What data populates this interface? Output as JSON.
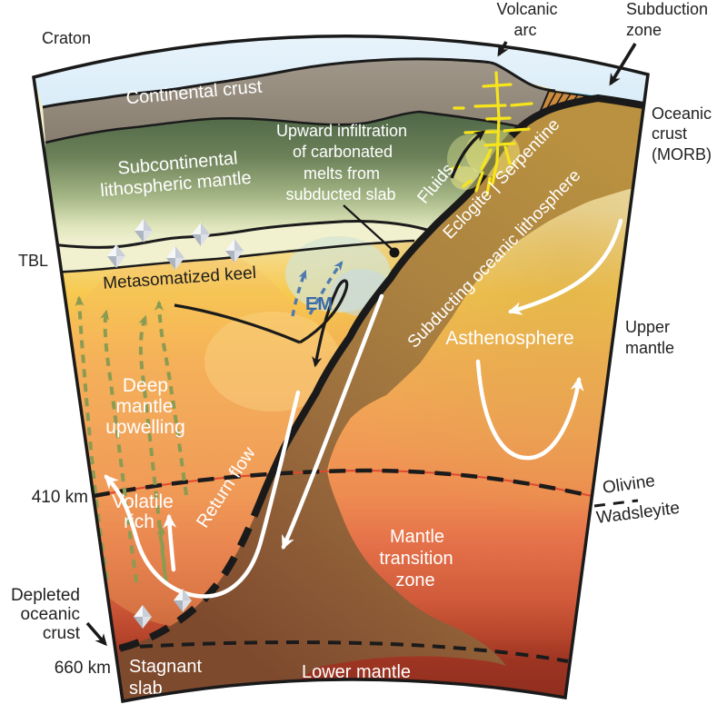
{
  "labels": {
    "craton": "Craton",
    "volcanic_arc_line1": "Volcanic",
    "volcanic_arc_line2": "arc",
    "subduction_zone_line1": "Subduction",
    "subduction_zone_line2": "zone",
    "oceanic_crust_line1": "Oceanic",
    "oceanic_crust_line2": "crust",
    "oceanic_crust_line3": "(MORB)",
    "continental_crust": "Continental crust",
    "sclm_line1": "Subcontinental",
    "sclm_line2": "lithospheric mantle",
    "infiltration_line1": "Upward infiltration",
    "infiltration_line2": "of carbonated",
    "infiltration_line3": "melts from",
    "infiltration_line4": "subducted slab",
    "fluids": "Fluids",
    "eclogite_serpentine": "Eclogite | Serpentine",
    "subducting_lithosphere": "Subducting oceanic lithosphere",
    "asthenosphere": "Asthenosphere",
    "upper_mantle_line1": "Upper",
    "upper_mantle_line2": "mantle",
    "tbl": "TBL",
    "metasomatized_keel": "Metasomatized keel",
    "em": "EM",
    "deep_mantle_line1": "Deep",
    "deep_mantle_line2": "mantle",
    "deep_mantle_line3": "upwelling",
    "return_flow": "Return flow",
    "depth_410": "410 km",
    "volatile_line1": "Volatile",
    "volatile_line2": "rich",
    "olivine": "Olivine",
    "wadsleyite": "Wadsleyite",
    "mtz_line1": "Mantle",
    "mtz_line2": "transition",
    "mtz_line3": "zone",
    "depleted_line1": "Depleted",
    "depleted_line2": "oceanic",
    "depleted_line3": "crust",
    "depth_660": "660 km",
    "stagnant_line1": "Stagnant",
    "stagnant_line2": "slab",
    "lower_mantle": "Lower mantle"
  },
  "colors": {
    "sky": "#edf6fc",
    "ocean": "#7ccfeb",
    "continental_crust": "#95897b",
    "accretionary_wedge": "#cd8a3c",
    "lithospheric_mantle": "#53684c",
    "tbl_band": "#f1f0cf",
    "keel_yellow": "#f6c84e",
    "asthenosphere_gold": "#d8ab48",
    "mantle_orange": "#ef9352",
    "transition_red": "#cc5034",
    "lower_mantle_red": "#8c2c1d",
    "slab_band": "#ab8240",
    "dike_yellow": "#f7e41c",
    "upwelling_green": "#8b9b52",
    "em_blue": "#4f7ab0"
  }
}
